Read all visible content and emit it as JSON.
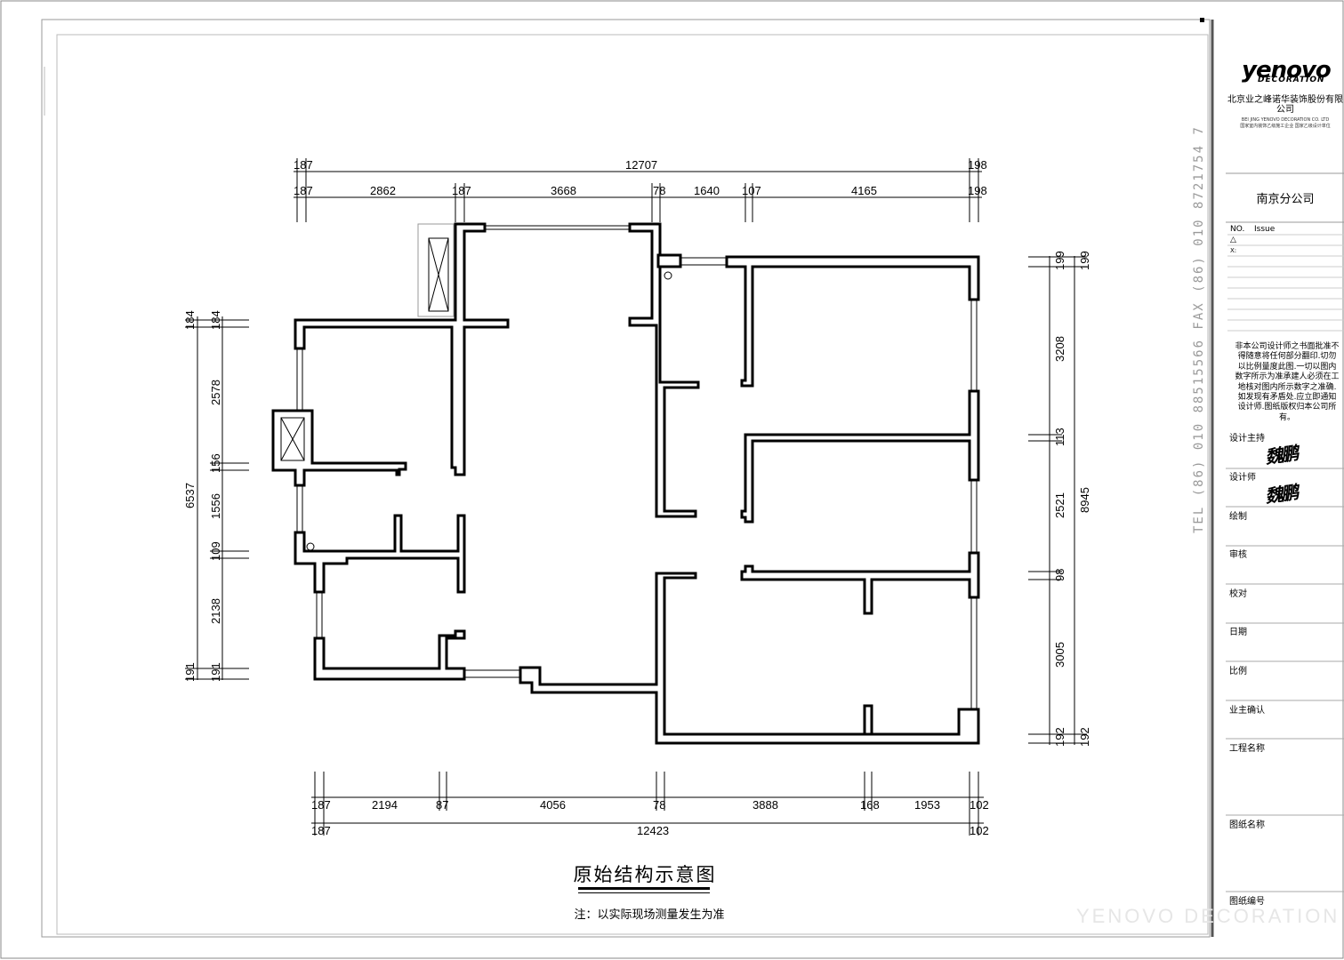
{
  "drawing": {
    "title": "原始结构示意图",
    "note": "注：以实际现场测量发生为准",
    "top_dims": {
      "overall": [
        "187",
        "12707",
        "198"
      ],
      "segments": [
        "187",
        "2862",
        "187",
        "3668",
        "78",
        "1640",
        "107",
        "4165",
        "198"
      ]
    },
    "bottom_dims": {
      "segments": [
        "187",
        "2194",
        "87",
        "4056",
        "78",
        "3888",
        "168",
        "1953",
        "102"
      ],
      "overall": [
        "187",
        "12423",
        "102"
      ]
    },
    "left_dims": {
      "overall": "6537",
      "segments": [
        "184",
        "184",
        "2578",
        "156",
        "1556",
        "109",
        "2138",
        "191",
        "191"
      ]
    },
    "right_dims": {
      "overall": [
        "199",
        "8945",
        "192"
      ],
      "segments": [
        "199",
        "3208",
        "113",
        "2521",
        "98",
        "3005",
        "192"
      ]
    }
  },
  "title_block": {
    "logo_text": "yenovo",
    "logo_sub": "DECORATION",
    "company_cn": "北京业之峰诺华装饰股份有限公司",
    "company_en": "BEI JING YENOVO DECORATION CO. LTD",
    "company_en_sub": "国家室内装饰乙级施工企业 国家乙级设计单位",
    "branch": "南京分公司",
    "issue_no_label": "NO.",
    "issue_label": "Issue",
    "issue_symbol": "△",
    "issue_x": "X:",
    "notice": "非本公司设计师之书面批准不得随意将任何部分翻印.切勿以比例量度此图.一切以图内数字所示为准承建人必须在工地核对图内所示数字之准确.如发现有矛盾处.应立即通知设计师.图纸版权归本公司所有。",
    "fields": [
      "设计主持",
      "设计师",
      "绘制",
      "审核",
      "校对",
      "日期",
      "比例",
      "业主确认",
      "工程名称",
      "图纸名称",
      "图纸编号"
    ],
    "signature": "魏鹏",
    "contact_vertical": "TEL (86) 010 88515566   FAX (86) 010 8721754 7",
    "watermark": "YENOVO DECORATION"
  }
}
